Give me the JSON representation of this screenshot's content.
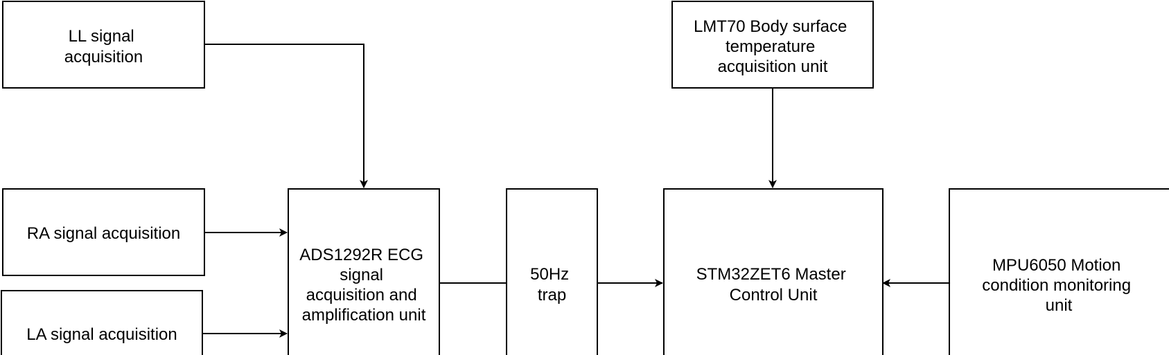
{
  "nodes": {
    "ll": {
      "lines": [
        "LL signal",
        "acquisition"
      ]
    },
    "ra": {
      "lines": [
        "RA signal acquisition"
      ]
    },
    "la": {
      "lines": [
        "LA signal acquisition"
      ]
    },
    "ads": {
      "lines": [
        "ADS1292R ECG",
        "signal",
        "acquisition and",
        "amplification unit"
      ]
    },
    "trap": {
      "lines": [
        "50Hz",
        "trap"
      ]
    },
    "lmt": {
      "lines": [
        "LMT70 Body surface",
        "temperature",
        "acquisition unit"
      ]
    },
    "stm": {
      "lines": [
        "STM32ZET6 Master",
        "Control Unit"
      ]
    },
    "mpu": {
      "lines": [
        "MPU6050 Motion",
        "condition monitoring",
        "unit"
      ]
    }
  },
  "edges": [
    {
      "from": "LL signal acquisition",
      "to": "ADS1292R ECG signal acquisition and amplification unit"
    },
    {
      "from": "RA signal acquisition",
      "to": "ADS1292R ECG signal acquisition and amplification unit"
    },
    {
      "from": "LA signal acquisition",
      "to": "ADS1292R ECG signal acquisition and amplification unit"
    },
    {
      "from": "ADS1292R ECG signal acquisition and amplification unit",
      "to": "50Hz trap"
    },
    {
      "from": "50Hz trap",
      "to": "STM32ZET6 Master Control Unit"
    },
    {
      "from": "LMT70 Body surface temperature acquisition unit",
      "to": "STM32ZET6 Master Control Unit"
    },
    {
      "from": "MPU6050 Motion condition monitoring unit",
      "to": "STM32ZET6 Master Control Unit"
    }
  ]
}
